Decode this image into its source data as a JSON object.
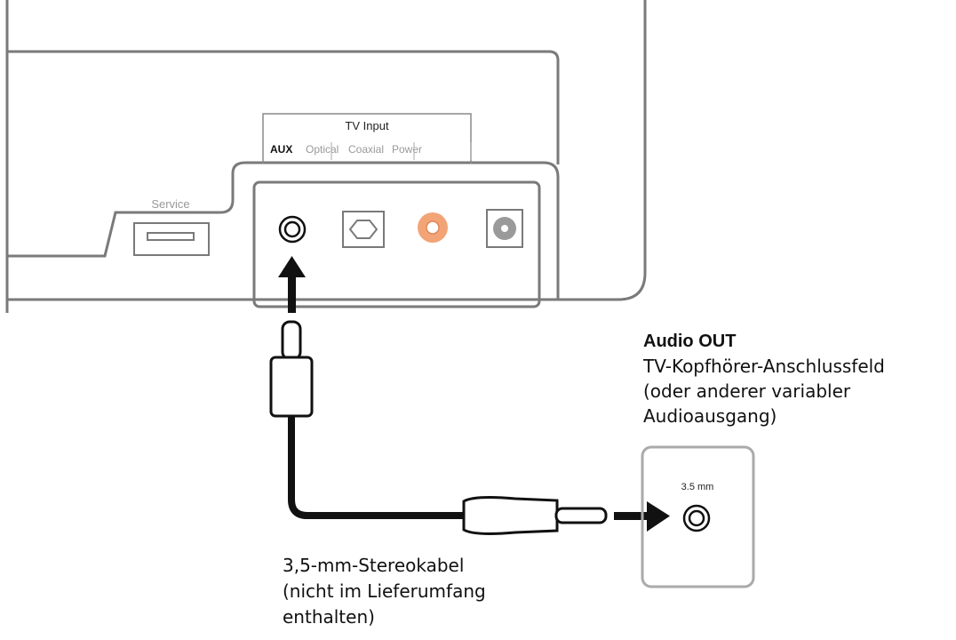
{
  "device": {
    "tv_input_label": "TV Input",
    "ports": {
      "aux": "AUX",
      "optical": "Optical",
      "coaxial": "Coaxial",
      "power": "Power"
    },
    "service_label": "Service"
  },
  "audio_out": {
    "title": "Audio OUT",
    "lines": [
      "TV-Kopfhörer-Anschlussfeld",
      "(oder anderer variabler",
      "Audioausgang)"
    ],
    "jack_label": "3.5 mm"
  },
  "cable": {
    "lines": [
      "3,5-mm-Stereokabel",
      "(nicht im Lieferumfang",
      "enthalten)"
    ]
  },
  "colors": {
    "outline": "#7a7a7a",
    "black": "#111111",
    "coaxial": "#f2a477",
    "power": "#9a9a9a"
  }
}
